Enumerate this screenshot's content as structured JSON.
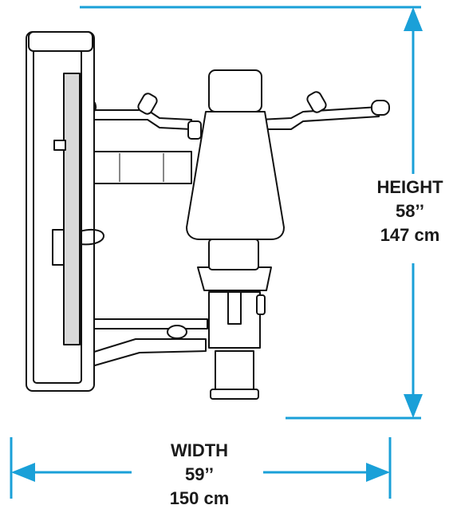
{
  "dimensions": {
    "height": {
      "label": "HEIGHT",
      "imperial": "58’’",
      "metric": "147 cm"
    },
    "width": {
      "label": "WIDTH",
      "imperial": "59’’",
      "metric": "150 cm"
    }
  },
  "colors": {
    "dimension_lines": "#1aa0d8",
    "outline": "#111111",
    "fill": "#ffffff",
    "shade": "#d9d9d9"
  }
}
